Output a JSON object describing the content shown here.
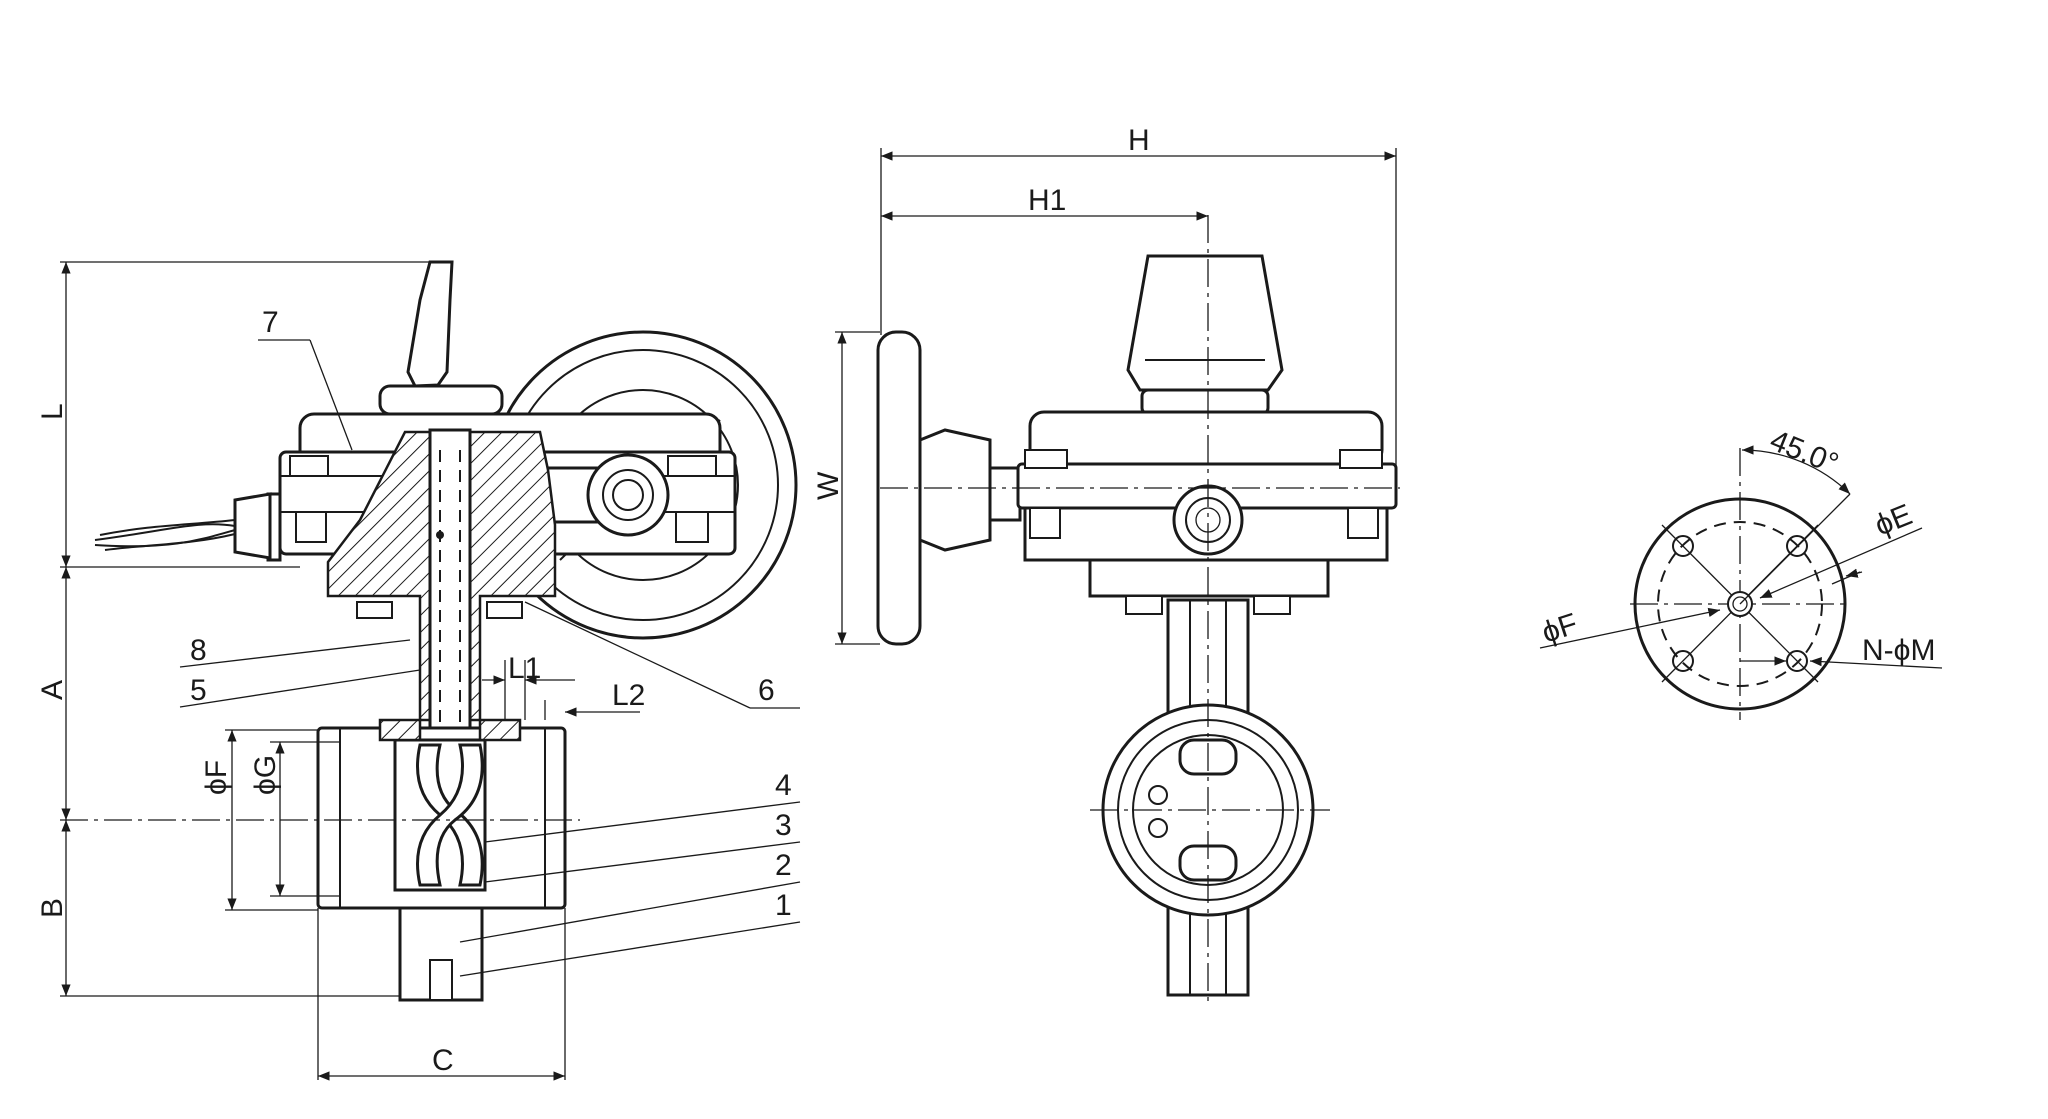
{
  "callouts": [
    "7",
    "8",
    "5",
    "6",
    "4",
    "3",
    "2",
    "1"
  ],
  "dimensions": {
    "L": "L",
    "A": "A",
    "B": "B",
    "C": "C",
    "phiF": "ϕF",
    "phiG": "ϕG",
    "L1": "L1",
    "L2": "L2",
    "H": "H",
    "H1": "H1",
    "W": "W"
  },
  "flange": {
    "angle": "45.0°",
    "phiE": "ϕE",
    "phiF": "ϕF",
    "holes": "N-ϕM"
  }
}
